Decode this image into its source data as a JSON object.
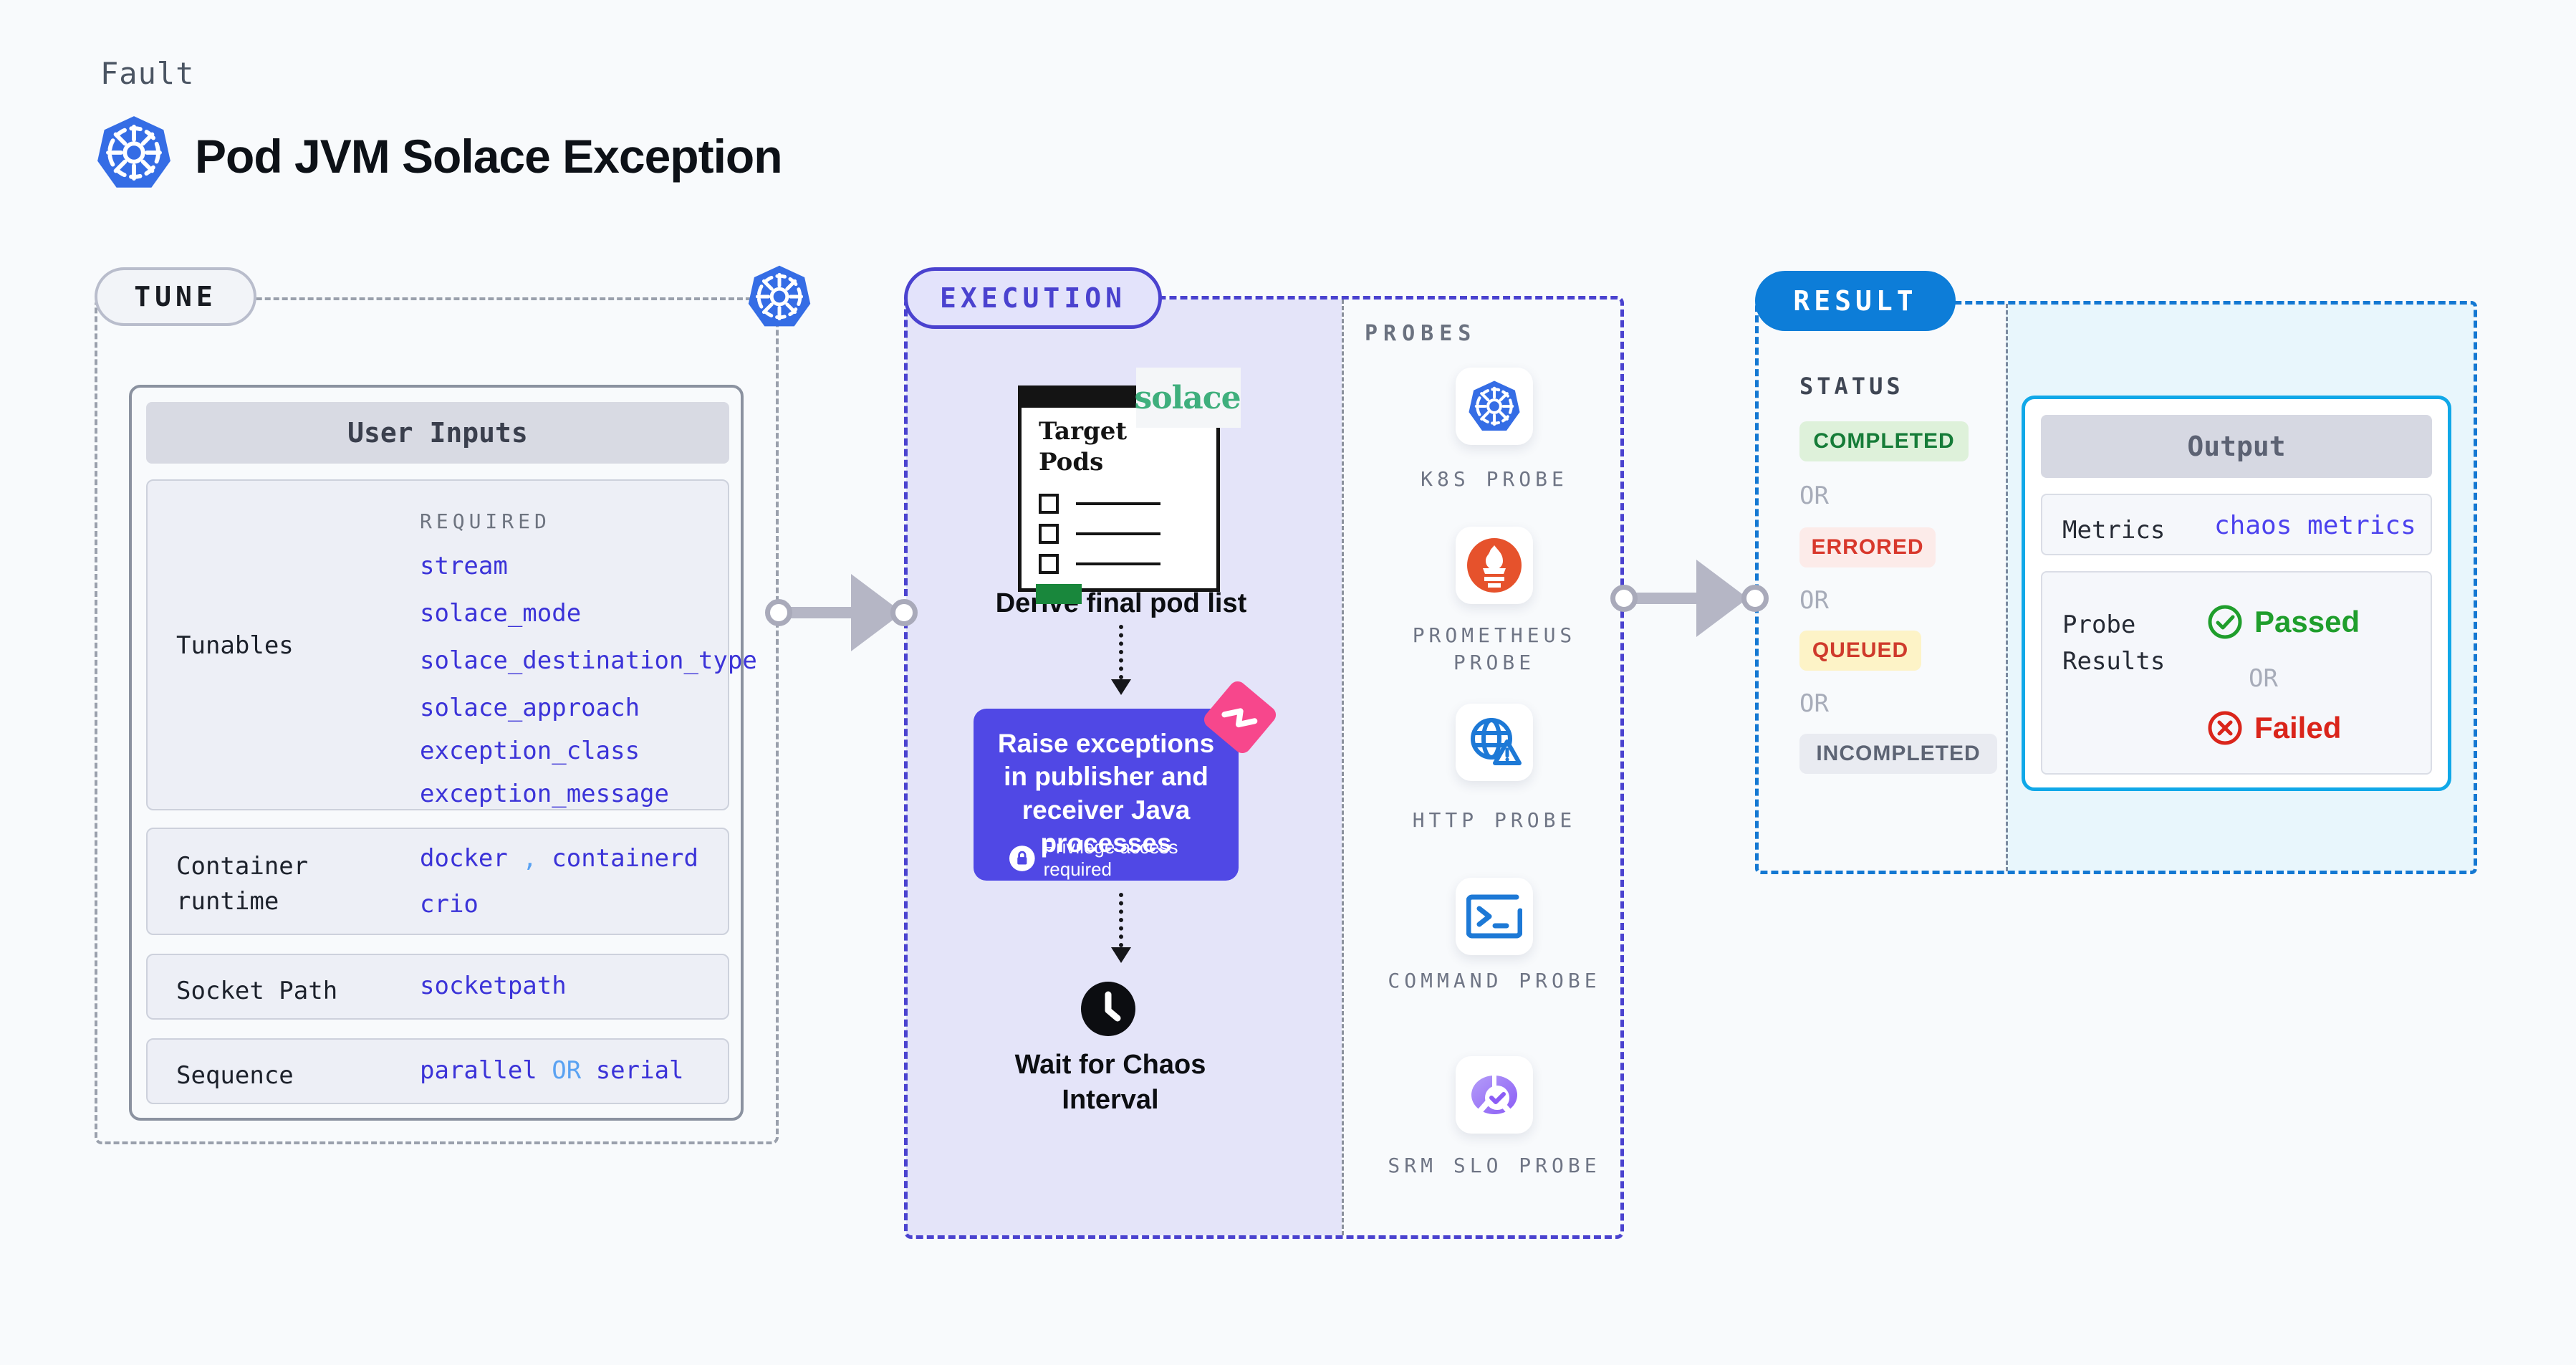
{
  "header": {
    "kicker": "Fault",
    "title": "Pod JVM Solace Exception"
  },
  "tune": {
    "badge": "TUNE",
    "user_inputs": {
      "title": "User Inputs",
      "tunables": {
        "label": "Tunables",
        "required_label": "REQUIRED",
        "items": [
          "stream",
          "solace_mode",
          "solace_destination_type",
          "solace_approach",
          "exception_class",
          "exception_message"
        ]
      },
      "container_runtime": {
        "label": "Container runtime",
        "value_a": "docker",
        "separator": ",",
        "value_b": "containerd",
        "value_c": "crio"
      },
      "socket_path": {
        "label": "Socket Path",
        "value": "socketpath"
      },
      "sequence": {
        "label": "Sequence",
        "value_a": "parallel",
        "or": "OR",
        "value_b": "serial"
      }
    }
  },
  "execution": {
    "badge": "EXECUTION",
    "target_pods_title": "Target Pods",
    "solace_logo": "solace",
    "step_derive": "Derive final pod list",
    "action_text": "Raise exceptions in publisher and receiver Java processes",
    "action_note": "Privilege access required",
    "step_wait": "Wait for Chaos Interval"
  },
  "probes": {
    "title": "PROBES",
    "items": [
      {
        "label": "K8S PROBE",
        "icon": "kubernetes-icon"
      },
      {
        "label": "PROMETHEUS PROBE",
        "icon": "prometheus-icon"
      },
      {
        "label": "HTTP PROBE",
        "icon": "http-globe-icon"
      },
      {
        "label": "COMMAND PROBE",
        "icon": "terminal-icon"
      },
      {
        "label": "SRM SLO PROBE",
        "icon": "srm-slo-gauge-icon"
      }
    ]
  },
  "result": {
    "badge": "RESULT",
    "status_label": "STATUS",
    "or_label": "OR",
    "statuses": [
      "COMPLETED",
      "ERRORED",
      "QUEUED",
      "INCOMPLETED"
    ],
    "output": {
      "title": "Output",
      "metrics_label": "Metrics",
      "metrics_value": "chaos metrics",
      "probe_results_label": "Probe Results",
      "passed": "Passed",
      "failed": "Failed"
    }
  },
  "colors": {
    "kubernetes_blue": "#356de5",
    "accent_indigo": "#4a42cf",
    "result_blue": "#0d7dd8",
    "output_border_cyan": "#10a8e8",
    "solace_green": "#3faf7d",
    "prometheus_orange": "#e6522c",
    "probe_icon_blue": "#1d79d6",
    "srm_purple": "#8b5cf6",
    "chaos_pink": "#f7478c",
    "passed_green": "#1f9e2c",
    "failed_red": "#da251b"
  }
}
